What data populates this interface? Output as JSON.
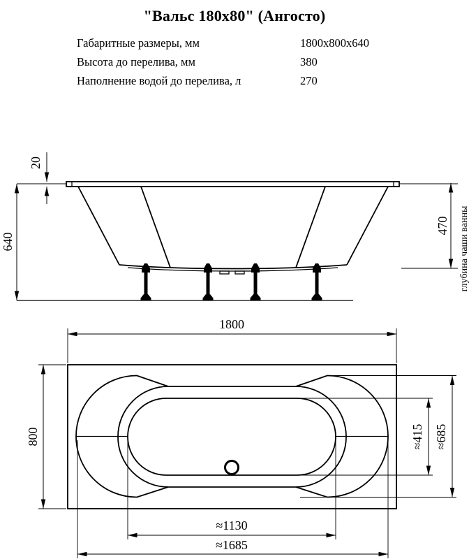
{
  "title": "\"Вальс 180x80\" (Ангосто)",
  "specs": {
    "rows": [
      {
        "label": "Габаритные размеры, мм",
        "value": "1800x800x640"
      },
      {
        "label": "Высота до перелива, мм",
        "value": "380"
      },
      {
        "label": "Наполнение водой до перелива, л",
        "value": "270"
      }
    ]
  },
  "side_view": {
    "dims": {
      "rim_thickness": "20",
      "total_height": "640",
      "bowl_depth": "470",
      "bowl_depth_label": "глубина чаши ванны"
    }
  },
  "top_view": {
    "dims": {
      "length": "1800",
      "width": "800",
      "bowl_length": "≈1130",
      "rim_length": "≈1685",
      "bowl_width": "≈415",
      "rim_width": "≈685"
    }
  },
  "colors": {
    "line": "#000000",
    "background": "#ffffff"
  }
}
